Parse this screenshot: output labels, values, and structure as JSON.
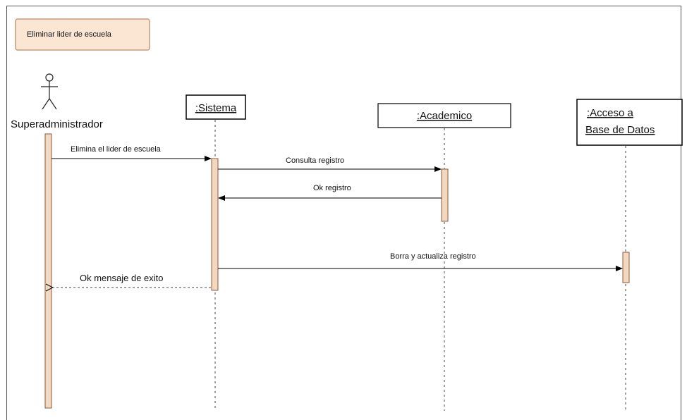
{
  "title_box": {
    "label": "Eliminar lider de escuela"
  },
  "actor": {
    "name": "Superadministrador"
  },
  "lifelines": [
    {
      "id": "sistema",
      "label": ":Sistema"
    },
    {
      "id": "academico",
      "label": ":Academico"
    },
    {
      "id": "db",
      "label_line1": ":Acceso a",
      "label_line2": "Base de Datos"
    }
  ],
  "messages": [
    {
      "id": "m1",
      "label": "Elimina el lider de escuela",
      "kind": "sync"
    },
    {
      "id": "m2",
      "label": "Consulta registro",
      "kind": "sync"
    },
    {
      "id": "m3",
      "label": "Ok registro",
      "kind": "sync"
    },
    {
      "id": "m4",
      "label": "Borra y actualiza registro",
      "kind": "sync"
    },
    {
      "id": "m5",
      "label": "Ok mensaje de exito",
      "kind": "return"
    }
  ],
  "colors": {
    "activation_fill": "#f3d8c0",
    "activation_stroke": "#8a5a3c",
    "title_fill": "#fbe6d4",
    "title_stroke": "#c59a7c",
    "line": "#000000"
  }
}
